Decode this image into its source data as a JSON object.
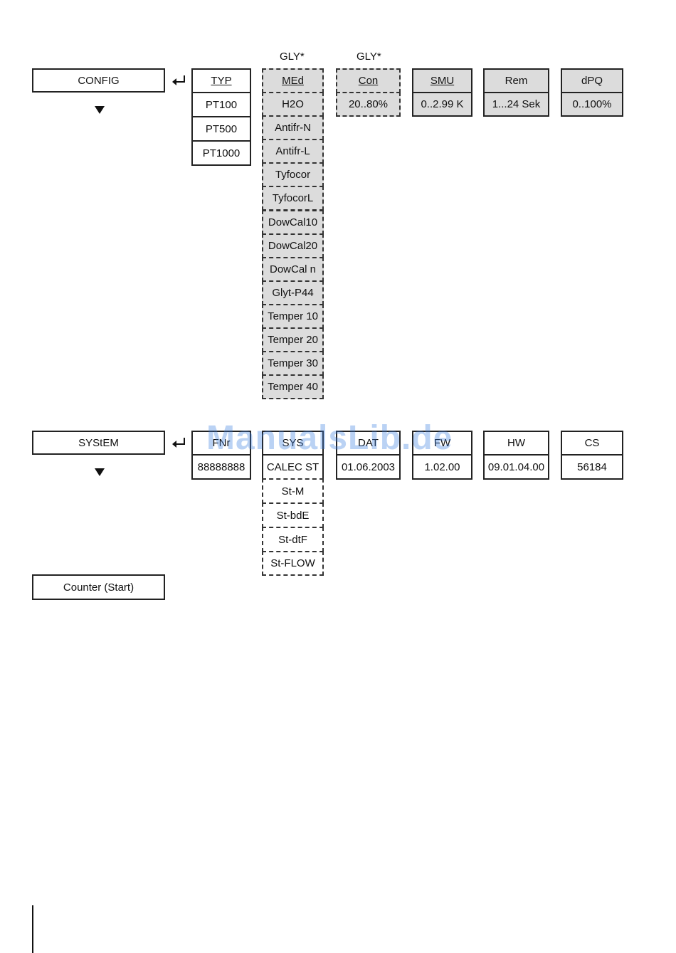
{
  "config": {
    "main_label": "CONFIG",
    "typ": {
      "header": "TYP",
      "items": [
        "PT100",
        "PT500",
        "PT1000"
      ]
    },
    "med": {
      "note": "GLY*",
      "header": "MEd",
      "items": [
        "H2O",
        "Antifr-N",
        "Antifr-L",
        "Tyfocor",
        "TyfocorL",
        "DowCal10",
        "DowCal20",
        "DowCal n",
        "Glyt-P44",
        "Temper 10",
        "Temper 20",
        "Temper 30",
        "Temper 40"
      ]
    },
    "con": {
      "note": "GLY*",
      "header": "Con",
      "value": "20..80%"
    },
    "smu": {
      "header": "SMU",
      "value": "0..2.99 K"
    },
    "rem": {
      "header": "Rem",
      "value": "1...24 Sek"
    },
    "dpq": {
      "header": "dPQ",
      "value": "0..100%"
    }
  },
  "system": {
    "main_label": "SYStEM",
    "fnr": {
      "header": "FNr",
      "value": "88888888"
    },
    "sys": {
      "header": "SYS",
      "items": [
        "CALEC ST",
        "St-M",
        "St-bdE",
        "St-dtF",
        "St-FLOW"
      ]
    },
    "dat": {
      "header": "DAT",
      "value": "01.06.2003"
    },
    "fw": {
      "header": "FW",
      "value": "1.02.00"
    },
    "hw": {
      "header": "HW",
      "value": "09.01.04.00"
    },
    "cs": {
      "header": "CS",
      "value": "56184"
    }
  },
  "counter": {
    "label": "Counter (Start)"
  },
  "watermark": "ManualsLib.de",
  "icons": {
    "enter": "enter-return-icon",
    "down": "down-arrow-icon"
  }
}
